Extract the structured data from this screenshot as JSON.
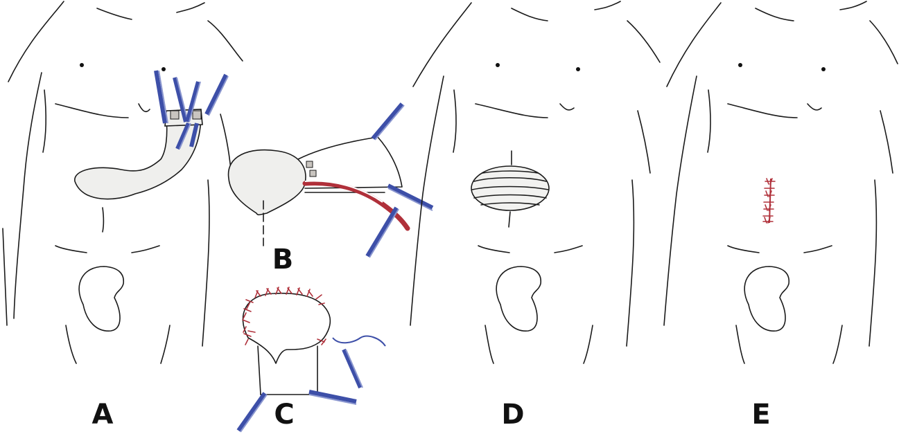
{
  "figure": {
    "panels": [
      {
        "id": "A",
        "label": "A"
      },
      {
        "id": "B",
        "label": "B"
      },
      {
        "id": "C",
        "label": "C"
      },
      {
        "id": "D",
        "label": "D"
      },
      {
        "id": "E",
        "label": "E"
      }
    ]
  },
  "colors": {
    "line": "#1a1a1a",
    "clamp_blue": "#3d4fa8",
    "clamp_light": "#8a96cf",
    "vessel_red": "#b0303a",
    "suture_red": "#b0303a",
    "organ_fill": "#efefed"
  }
}
